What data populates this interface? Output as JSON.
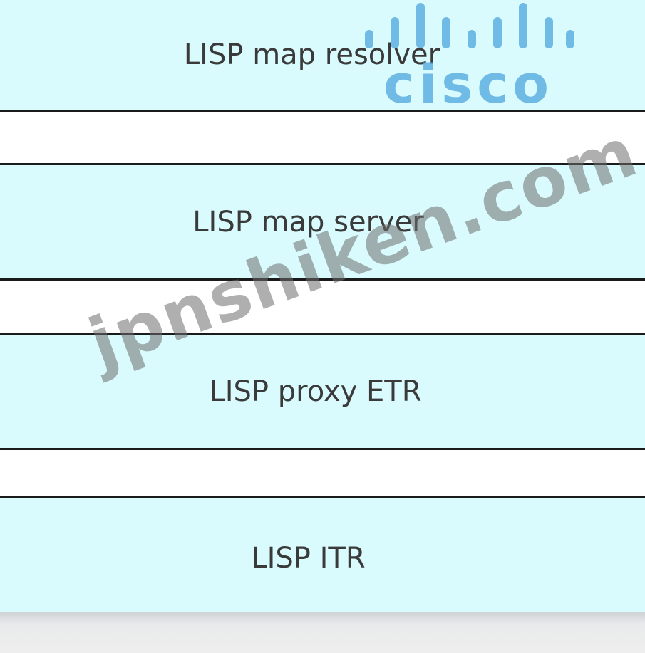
{
  "options": [
    {
      "label": "LISP map resolver"
    },
    {
      "label": "LISP map server"
    },
    {
      "label": "LISP proxy ETR"
    },
    {
      "label": "LISP ITR"
    }
  ],
  "logo": {
    "text": "cisco",
    "icon": "cisco-bars-icon",
    "color": "#5dafe2"
  },
  "watermark": {
    "text": "jpnshiken.com"
  },
  "colors": {
    "option_background": "#dafbfd",
    "divider": "#1b1b1b",
    "label_text": "#3a3a3a"
  }
}
